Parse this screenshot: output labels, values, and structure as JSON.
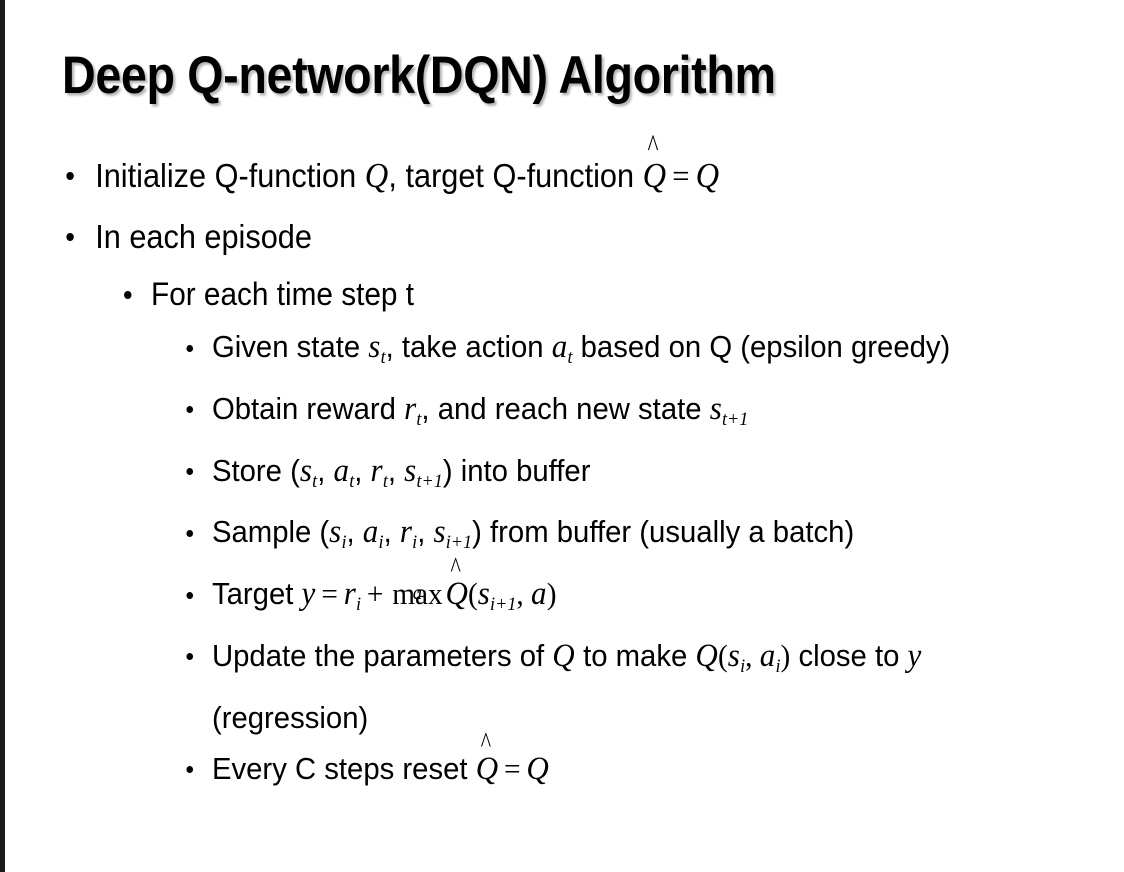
{
  "slide": {
    "title": "Deep Q-network(DQN) Algorithm",
    "background_color": "#ffffff",
    "text_color": "#000000",
    "border_color": "#1a1a1a"
  },
  "bullets": {
    "initialize": {
      "prefix": "Initialize Q-function ",
      "var_q": "Q",
      "middle": ", target Q-function ",
      "qhat": "Q",
      "hat_glyph": "^",
      "equals": "=",
      "var_q2": "Q"
    },
    "in_each_episode": "In each episode",
    "for_each_time_step": "For each time step t",
    "given_state": {
      "prefix": "Given state ",
      "var_s": "s",
      "sub_t": "t",
      "middle": ", take action ",
      "var_a": "a",
      "sub_t2": "t",
      "suffix": " based on Q (epsilon greedy)"
    },
    "obtain_reward": {
      "prefix": "Obtain reward ",
      "var_r": "r",
      "sub_t": "t",
      "middle": ", and reach new state ",
      "var_s": "s",
      "sub_t1": "t+1"
    },
    "store": {
      "prefix": "Store (",
      "var_s": "s",
      "sub_t": "t",
      "sep1": ", ",
      "var_a": "a",
      "sub_t2": "t",
      "sep2": ", ",
      "var_r": "r",
      "sub_t3": "t",
      "sep3": ", ",
      "var_s2": "s",
      "sub_t4": "t+1",
      "suffix": ") into buffer"
    },
    "sample": {
      "prefix": "Sample (",
      "var_s": "s",
      "sub_i": "i",
      "sep1": ", ",
      "var_a": "a",
      "sub_i2": "i",
      "sep2": ", ",
      "var_r": "r",
      "sub_i3": "i",
      "sep3": ", ",
      "var_s2": "s",
      "sub_i4": "i+1",
      "suffix": ") from buffer (usually a batch)"
    },
    "target": {
      "prefix": "Target ",
      "var_y": "y",
      "equals": "=",
      "var_r": "r",
      "sub_i": "i",
      "plus": "+",
      "max_op": "max",
      "max_limit": "a",
      "qhat": "Q",
      "hat_glyph": "^",
      "paren_open": "(",
      "var_s": "s",
      "sub_i1": "i+1",
      "comma": ", ",
      "var_a": "a",
      "paren_close": ")"
    },
    "update": {
      "prefix": "Update the parameters of ",
      "var_q": "Q",
      "middle": " to make ",
      "var_q2": "Q",
      "paren_open": "(",
      "var_s": "s",
      "sub_i": "i",
      "comma": ", ",
      "var_a": "a",
      "sub_i2": "i",
      "paren_close": ")",
      "suffix": " close to ",
      "var_y": "y",
      "tail": " (regression)"
    },
    "every_c": {
      "prefix": "Every C steps reset ",
      "qhat": "Q",
      "hat_glyph": "^",
      "equals": "=",
      "var_q": "Q"
    }
  }
}
